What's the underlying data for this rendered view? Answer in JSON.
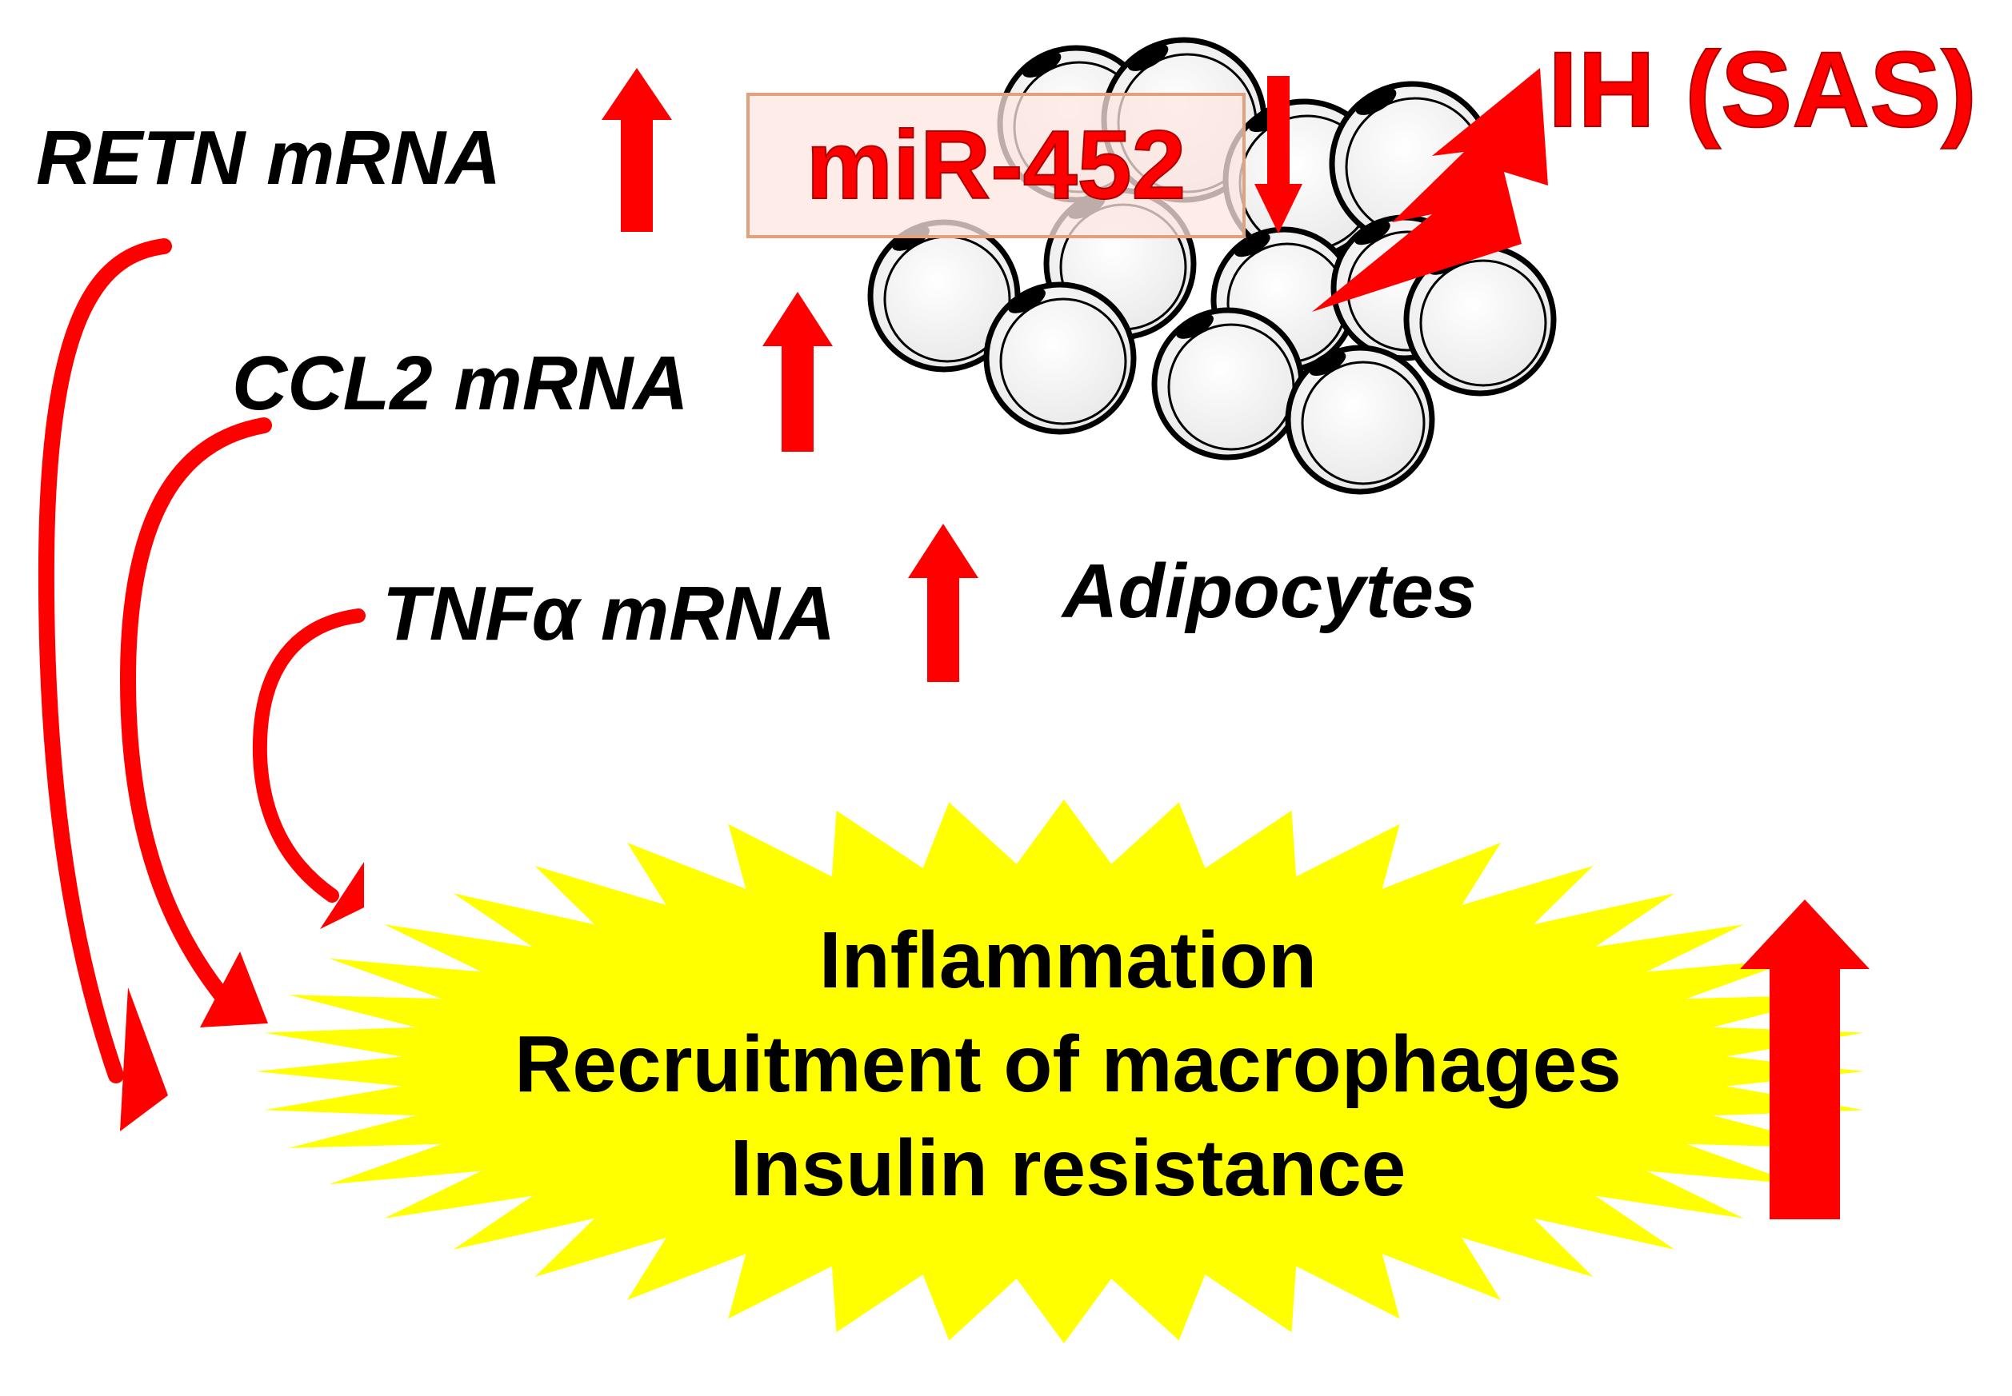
{
  "labels": {
    "retn": "RETN mRNA",
    "ccl2": "CCL2 mRNA",
    "tnfa": "TNFα mRNA",
    "mir": "miR-452",
    "ih": "IH (SAS)",
    "adipocytes": "Adipocytes"
  },
  "outcomes": [
    "Inflammation",
    "Recruitment of macrophages",
    "Insulin resistance"
  ],
  "colors": {
    "arrow_red": "#ff0000",
    "burst_yellow": "#ffff00",
    "mir_box_fill": "#fde6e0",
    "mir_box_stroke": "#e2a17d",
    "text": "#000000"
  }
}
